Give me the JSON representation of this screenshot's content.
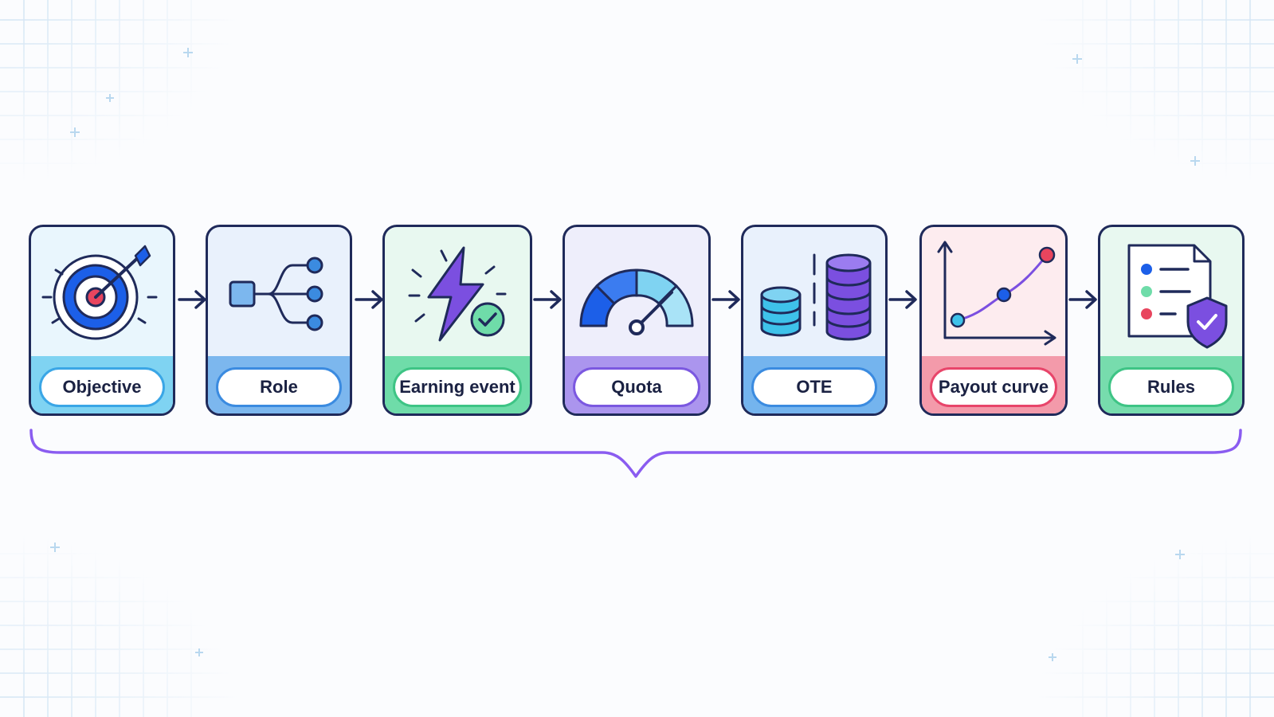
{
  "steps": [
    {
      "label": "Objective",
      "icon": "target-arrow-icon",
      "bg": "#e9f6fd",
      "band": "#7fd3f2",
      "pill_border": "#3aa6e6"
    },
    {
      "label": "Role",
      "icon": "branch-nodes-icon",
      "bg": "#e9f1fc",
      "band": "#7cb7ee",
      "pill_border": "#3b8be0"
    },
    {
      "label": "Earning event",
      "icon": "lightning-check-icon",
      "bg": "#e8f8f0",
      "band": "#6fdca9",
      "pill_border": "#3ec485"
    },
    {
      "label": "Quota",
      "icon": "gauge-icon",
      "bg": "#eeeefb",
      "band": "#ab95ee",
      "pill_border": "#7b58e0"
    },
    {
      "label": "OTE",
      "icon": "coin-stacks-icon",
      "bg": "#e9f1fc",
      "band": "#74b4ee",
      "pill_border": "#3b8be0"
    },
    {
      "label": "Payout curve",
      "icon": "rising-curve-chart-icon",
      "bg": "#fdecef",
      "band": "#f39aaa",
      "pill_border": "#e8456a"
    },
    {
      "label": "Rules",
      "icon": "checklist-shield-icon",
      "bg": "#e8f8f0",
      "band": "#77dcad",
      "pill_border": "#3ec485"
    }
  ],
  "connector": "arrow-right-icon",
  "grouping": "curly-brace",
  "colors": {
    "outline": "#1f2a5a",
    "accent_purple": "#7b4fe0",
    "accent_blue": "#1c5fe8",
    "accent_red": "#e8455e",
    "accent_green": "#3ec485",
    "brace": "#8a5cf0"
  }
}
